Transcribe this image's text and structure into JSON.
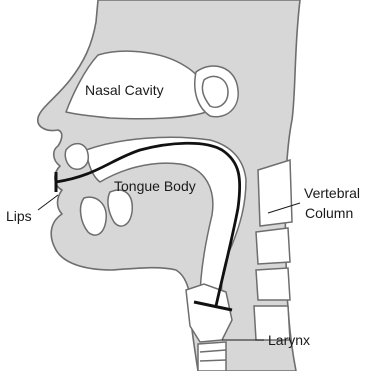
{
  "labels": {
    "nasal_cavity": "Nasal Cavity",
    "tongue_body": "Tongue Body",
    "lips": "Lips",
    "vertebral_line1": "Vertebral",
    "vertebral_line2": "Column",
    "larynx": "Larynx"
  },
  "colors": {
    "tissue_fill": "#d7d7d7",
    "outline": "#6e6e6e",
    "tube": "#111111"
  }
}
